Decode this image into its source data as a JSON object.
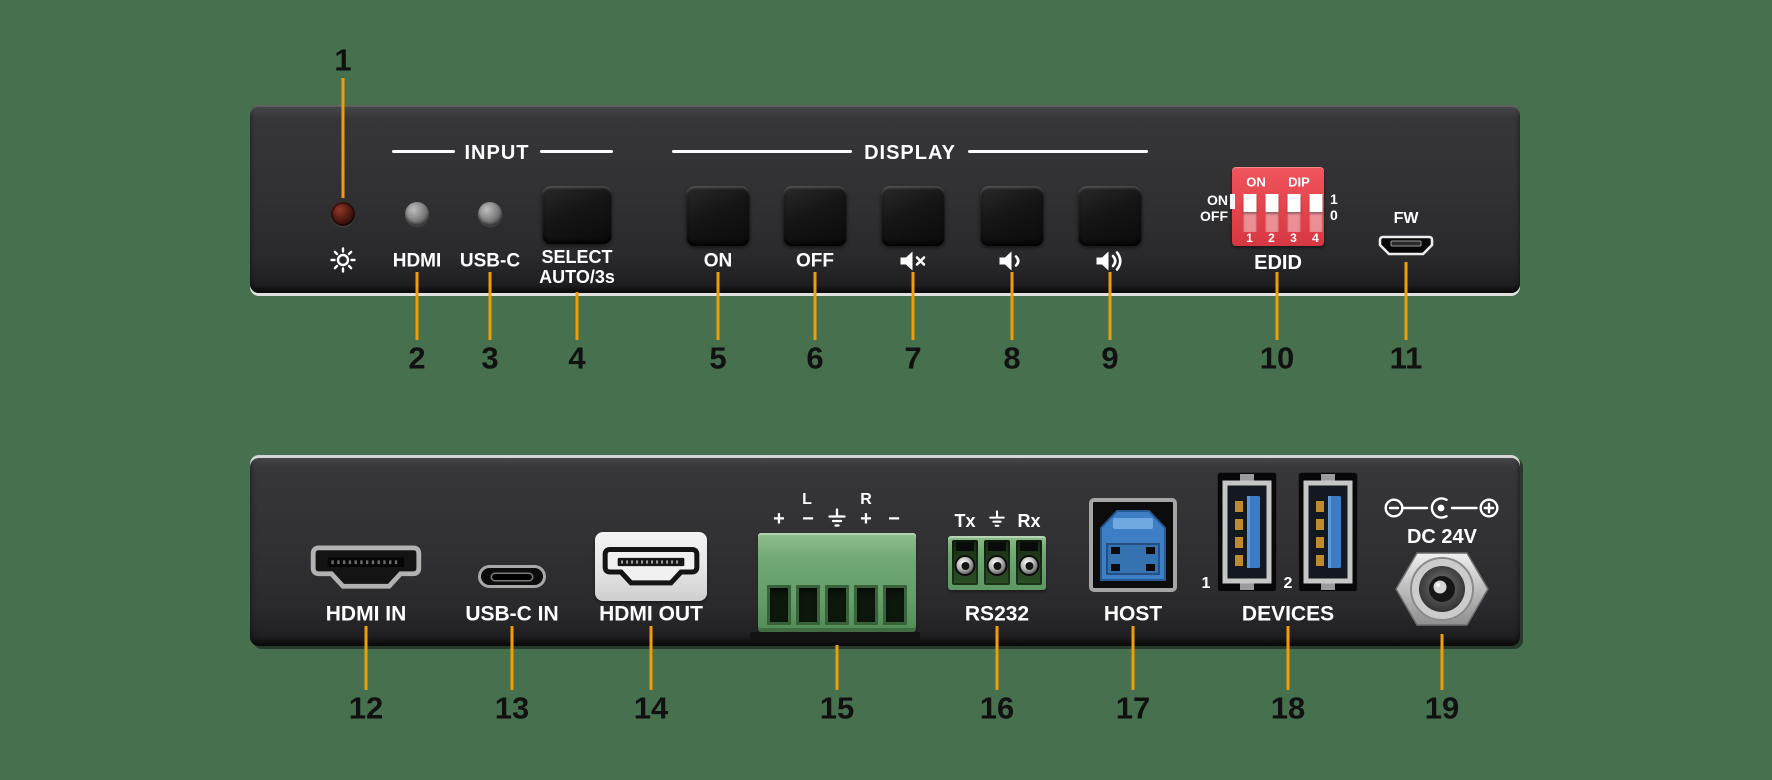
{
  "colors": {
    "background": "#47704f",
    "panel": "#2e2e31",
    "callout_line": "#f09d06",
    "dip_red": "#e4434c",
    "terminal_green": "#6fa873",
    "usb_blue": "#3b7cc4",
    "hdmi_out_frame": "#ececec"
  },
  "front_panel": {
    "input_header": "INPUT",
    "hdmi_led_label": "HDMI",
    "usbc_led_label": "USB-C",
    "select_line1": "SELECT",
    "select_line2": "AUTO/3s",
    "display_header": "DISPLAY",
    "on_label": "ON",
    "off_label": "OFF",
    "dip": {
      "top_on": "ON",
      "top_dip": "DIP",
      "side_on": "ON",
      "side_off": "OFF",
      "side_one": "1",
      "side_zero": "0",
      "pos1": "1",
      "pos2": "2",
      "pos3": "3",
      "pos4": "4",
      "label": "EDID"
    },
    "fw_label": "FW"
  },
  "rear_panel": {
    "hdmi_in": "HDMI IN",
    "usbc_in": "USB-C IN",
    "hdmi_out": "HDMI OUT",
    "audio": {
      "plus_l": "+",
      "minus_l": "−",
      "plus_r": "+",
      "minus_r": "−",
      "left_ch": "L",
      "right_ch": "R"
    },
    "rs232": {
      "tx": "Tx",
      "rx": "Rx",
      "label": "RS232"
    },
    "host": "HOST",
    "devices": {
      "label": "DEVICES",
      "port1": "1",
      "port2": "2"
    },
    "power_label": "DC 24V"
  },
  "callouts": {
    "c1": "1",
    "c2": "2",
    "c3": "3",
    "c4": "4",
    "c5": "5",
    "c6": "6",
    "c7": "7",
    "c8": "8",
    "c9": "9",
    "c10": "10",
    "c11": "11",
    "c12": "12",
    "c13": "13",
    "c14": "14",
    "c15": "15",
    "c16": "16",
    "c17": "17",
    "c18": "18",
    "c19": "19"
  }
}
